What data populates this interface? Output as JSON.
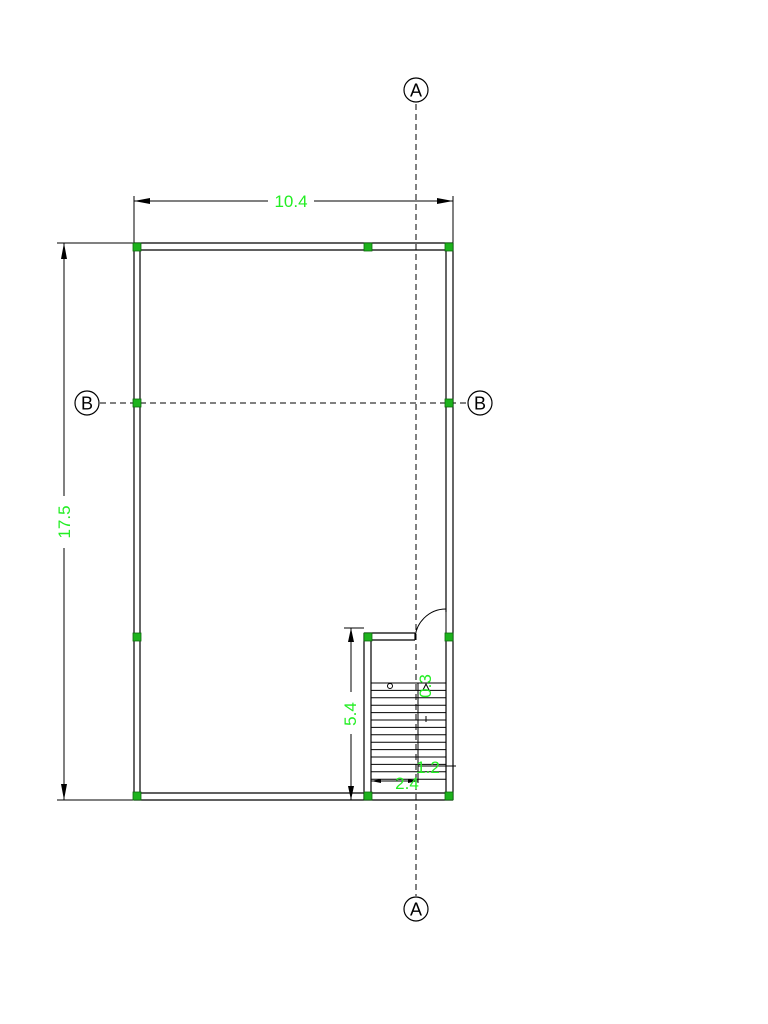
{
  "colors": {
    "dimension_text": "#22ee22",
    "column_marker": "#1db31d",
    "lines": "#000000",
    "background": "#ffffff"
  },
  "section_markers": {
    "a_top": "A",
    "a_bottom": "A",
    "b_left": "B",
    "b_right": "B"
  },
  "dimensions": {
    "overall_width": "10.4",
    "overall_length": "17.5",
    "stair_length": "5.4",
    "stair_width": "2.4",
    "stair_flight": "1.2",
    "landing": "0.3"
  }
}
